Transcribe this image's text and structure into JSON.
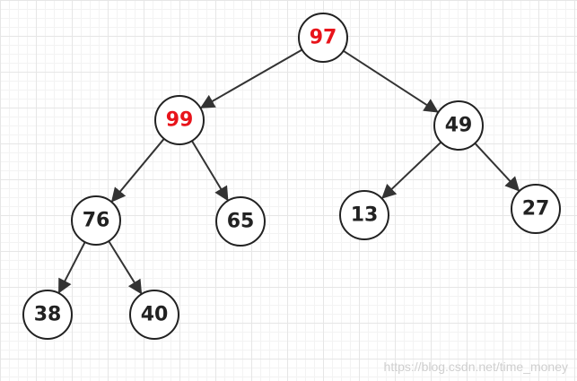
{
  "colors": {
    "highlight": "#e8141b",
    "normal": "#222222",
    "edge": "#333333"
  },
  "tree": {
    "nodes": [
      {
        "id": "n97",
        "label": "97",
        "highlight": true
      },
      {
        "id": "n99",
        "label": "99",
        "highlight": true
      },
      {
        "id": "n49",
        "label": "49",
        "highlight": false
      },
      {
        "id": "n76",
        "label": "76",
        "highlight": false
      },
      {
        "id": "n65",
        "label": "65",
        "highlight": false
      },
      {
        "id": "n13",
        "label": "13",
        "highlight": false
      },
      {
        "id": "n27",
        "label": "27",
        "highlight": false
      },
      {
        "id": "n38",
        "label": "38",
        "highlight": false
      },
      {
        "id": "n40",
        "label": "40",
        "highlight": false
      }
    ],
    "edges": [
      {
        "from": "n97",
        "to": "n99"
      },
      {
        "from": "n97",
        "to": "n49"
      },
      {
        "from": "n99",
        "to": "n76"
      },
      {
        "from": "n99",
        "to": "n65"
      },
      {
        "from": "n49",
        "to": "n13"
      },
      {
        "from": "n49",
        "to": "n27"
      },
      {
        "from": "n76",
        "to": "n38"
      },
      {
        "from": "n76",
        "to": "n40"
      }
    ]
  },
  "watermark": "https://blog.csdn.net/time_money"
}
